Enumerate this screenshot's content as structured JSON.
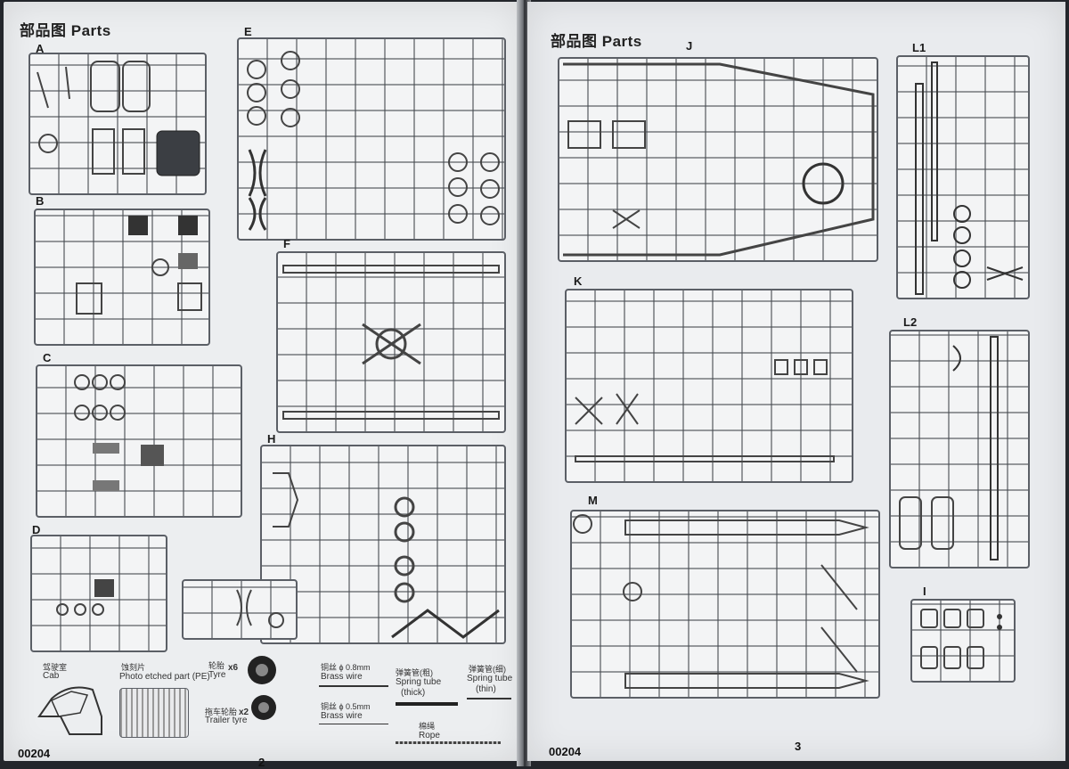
{
  "header": {
    "left_cn": "部品图",
    "left_en": "Parts",
    "right_cn": "部品图",
    "right_en": "Parts"
  },
  "footer": {
    "left_code": "00204",
    "left_page": "2",
    "right_code": "00204",
    "right_page": "3"
  },
  "sprues_left": [
    "A",
    "B",
    "C",
    "D",
    "E",
    "F",
    "H"
  ],
  "sprues_right": [
    "J",
    "K",
    "L1",
    "L2",
    "M",
    "I"
  ],
  "legend": {
    "cab": {
      "cn": "驾驶室",
      "en": "Cab"
    },
    "pe": {
      "cn": "蚀刻片",
      "en": "Photo etched part (PE)"
    },
    "tyre": {
      "cn": "轮胎",
      "en": "Tyre",
      "qty": "x6"
    },
    "trailer_tyre": {
      "cn": "拖车轮胎",
      "en": "Trailer tyre",
      "qty": "x2"
    },
    "brass_08": {
      "cn": "铜丝 ϕ 0.8mm",
      "en": "Brass wire"
    },
    "brass_05": {
      "cn": "铜丝 ϕ 0.5mm",
      "en": "Brass wire"
    },
    "spring_thick": {
      "cn": "弹簧管(粗)",
      "en": "Spring tube",
      "en2": "(thick)"
    },
    "spring_thin": {
      "cn": "弹簧管(细)",
      "en": "Spring tube",
      "en2": "(thin)"
    },
    "rope": {
      "cn": "棉绳",
      "en": "Rope"
    }
  }
}
